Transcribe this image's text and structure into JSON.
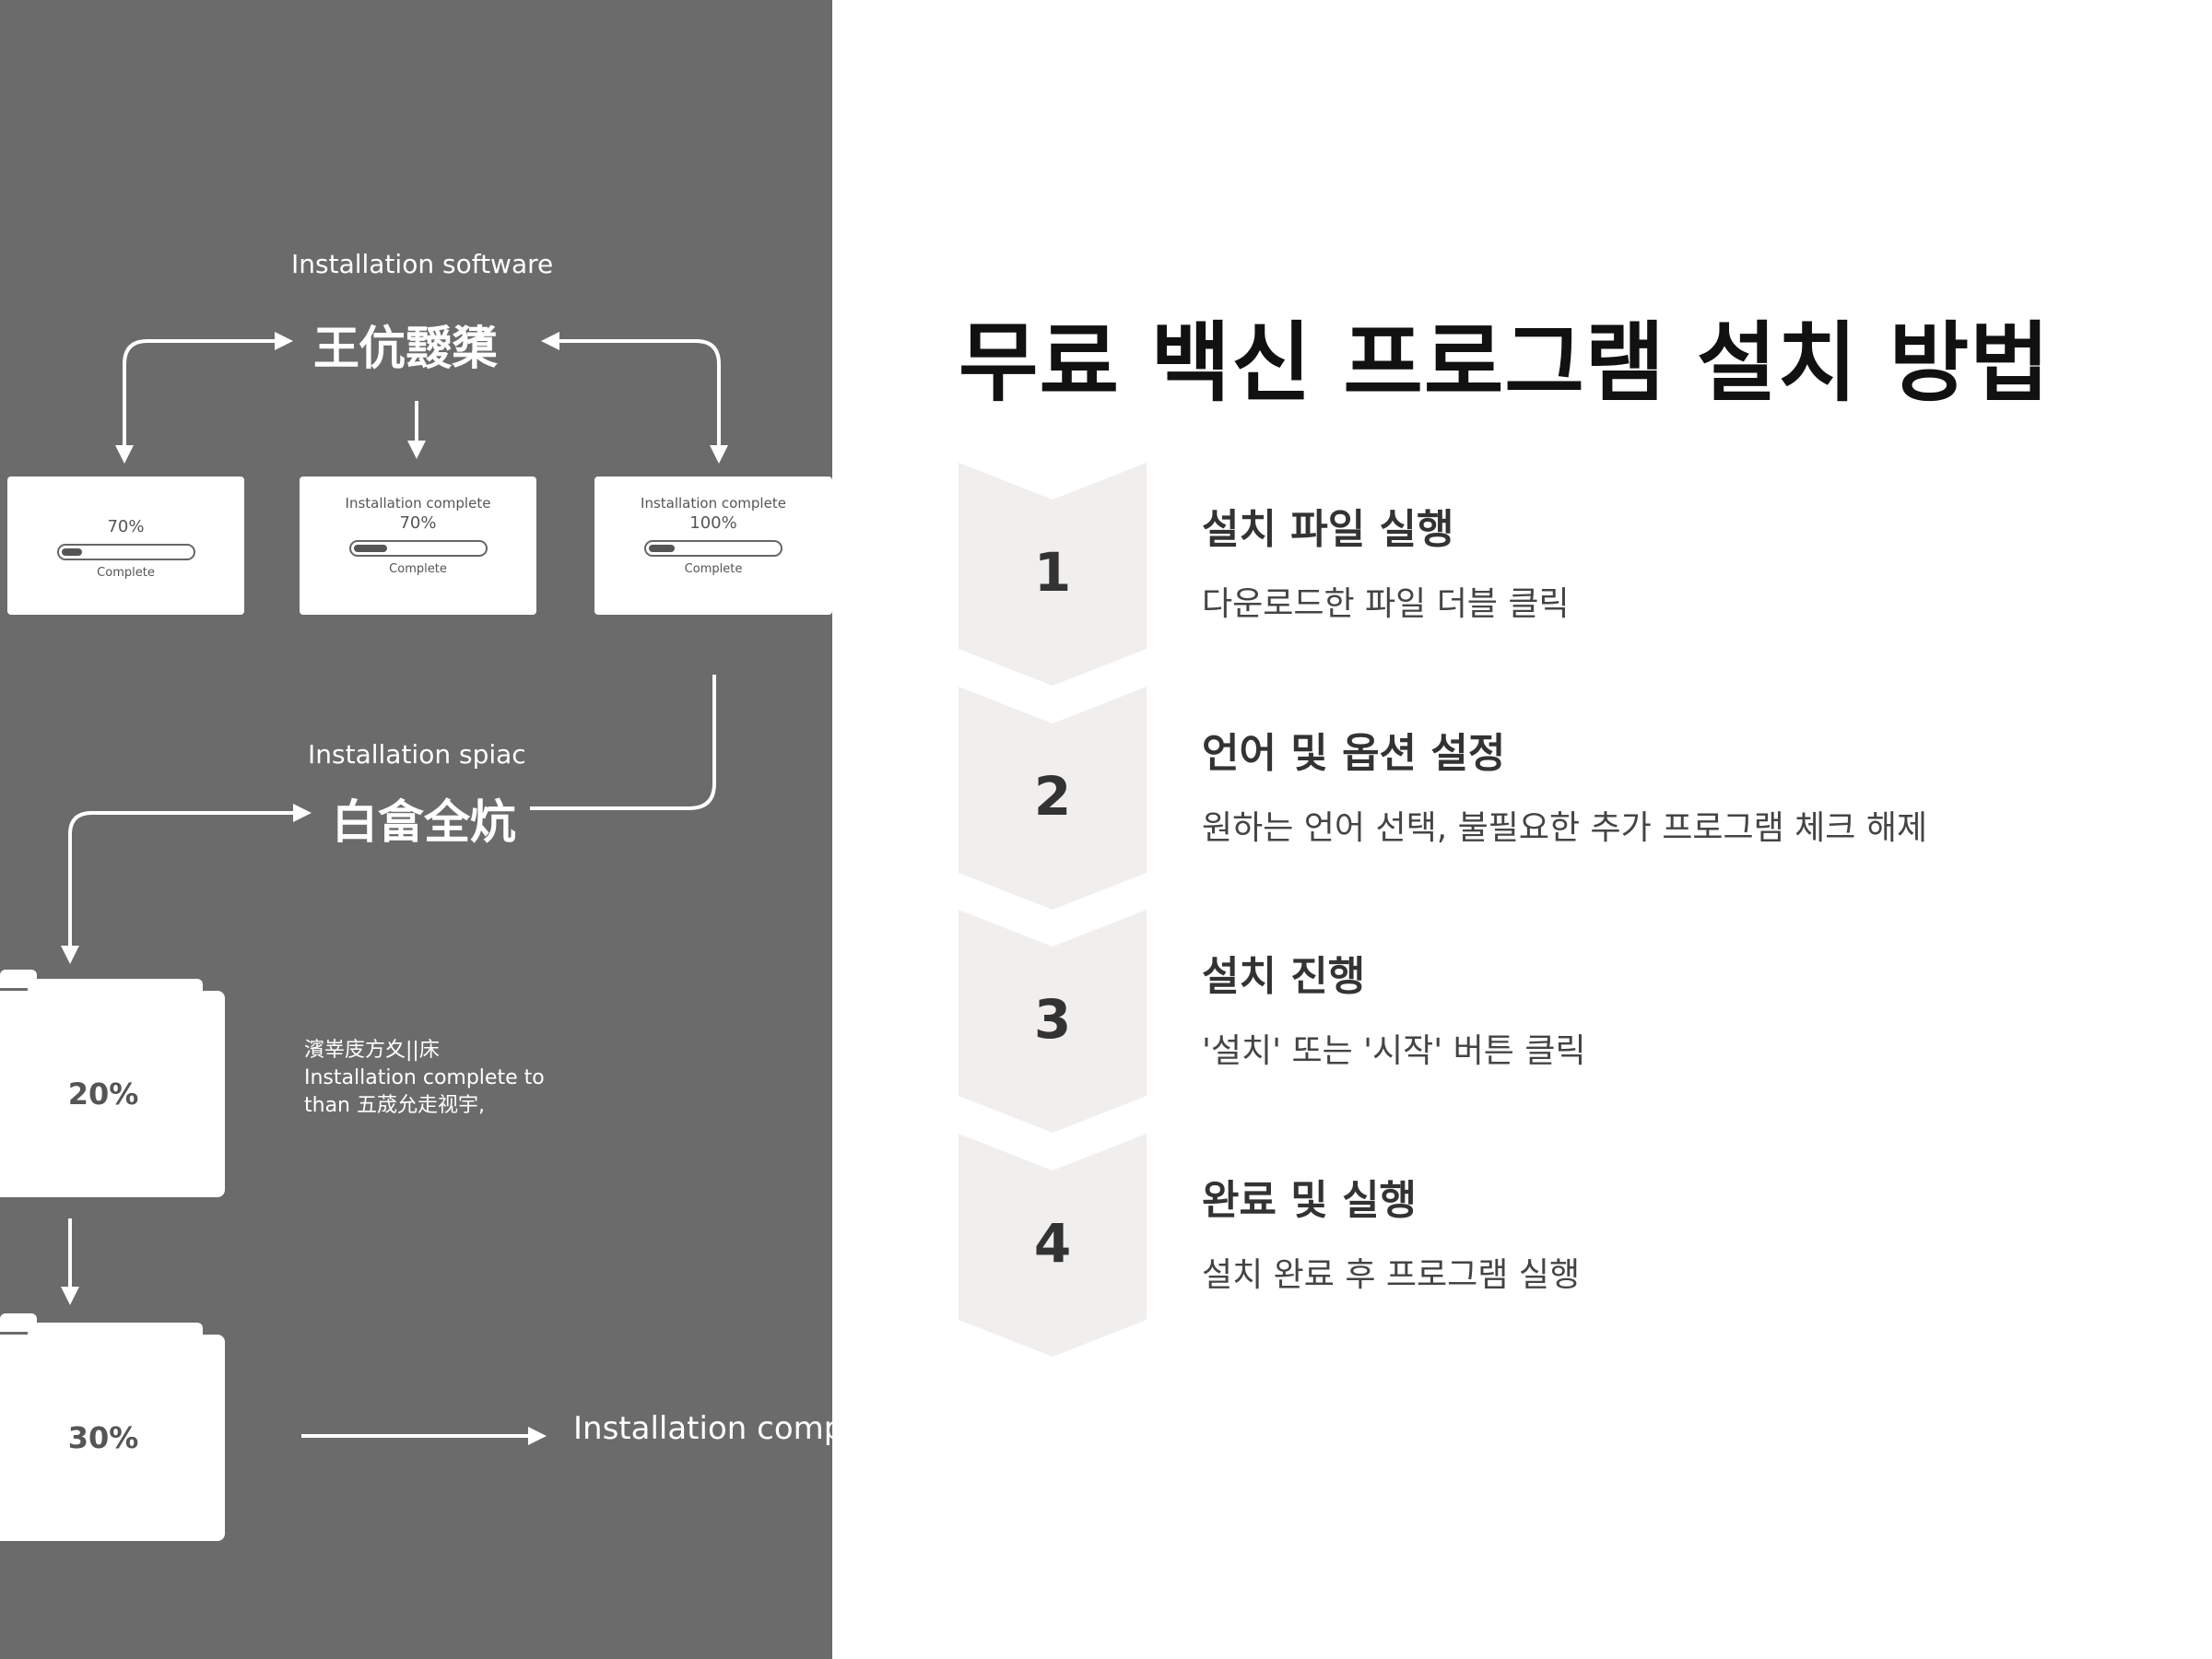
{
  "title": "무료 백신 프로그램 설치 방법",
  "steps": [
    {
      "number": "1",
      "title": "설치 파일 실행",
      "description": "다운로드한 파일 더블 클릭"
    },
    {
      "number": "2",
      "title": "언어 및 옵션 설정",
      "description": "원하는 언어 선택, 불필요한 추가 프로그램 체크 해제"
    },
    {
      "number": "3",
      "title": "설치 진행",
      "description": "'설치' 또는 '시작' 버튼 클릭"
    },
    {
      "number": "4",
      "title": "완료 및 실행",
      "description": "설치 완료 후 프로그램 실행"
    }
  ],
  "illustration": {
    "top_caption": "Installation software",
    "top_heading": "王伉靉橥",
    "cards": [
      {
        "caption": "",
        "percent": "70%",
        "progress": 0.15,
        "sub": "Complete"
      },
      {
        "caption": "Installation complete",
        "percent": "70%",
        "progress": 0.25,
        "sub": "Complete"
      },
      {
        "caption": "Installation complete",
        "percent": "100%",
        "progress": 0.2,
        "sub": "Complete"
      }
    ],
    "mid_caption": "Installation spiac",
    "mid_heading": "白畣全炕",
    "folders": [
      {
        "percent": "20%"
      },
      {
        "percent": "30%"
      }
    ],
    "note_line1": "濱峷庋方夊||床",
    "note_line2": "Installation complete to",
    "note_line3": "than 五荿允走视宇,",
    "bottom_label": "Installation comp"
  },
  "colors": {
    "panel": "#6b6b6b",
    "chevron": "#f1efee",
    "title": "#111111",
    "text": "#333333"
  }
}
